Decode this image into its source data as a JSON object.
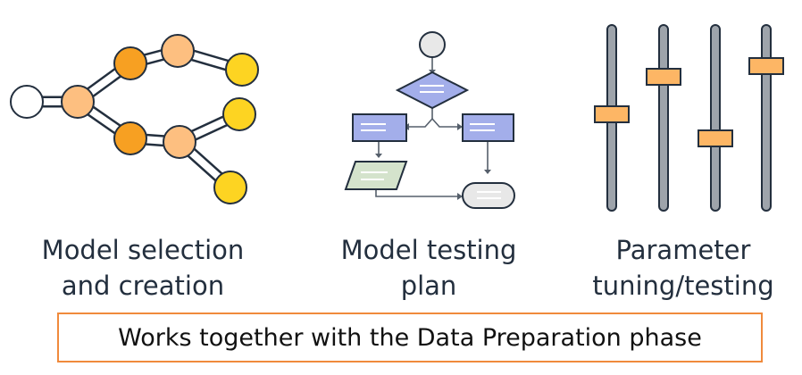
{
  "captions": {
    "model_selection": [
      "Model selection",
      "and creation"
    ],
    "testing_plan": [
      "Model testing",
      "plan"
    ],
    "parameter_tuning": [
      "Parameter",
      "tuning/testing"
    ]
  },
  "banner": {
    "text": "Works together with the Data Preparation phase"
  },
  "icons": {
    "model_graph": "node-graph-icon",
    "flowchart": "flowchart-icon",
    "sliders": "slider-controls-icon"
  },
  "colors": {
    "node_white": "#ffffff",
    "node_peach": "#fdbf80",
    "node_orange": "#f7a022",
    "node_yellow": "#fdd422",
    "process_blue": "#a3aeea",
    "data_green": "#d4e3cc",
    "slider_knob": "#fdb665",
    "banner_border": "#f08a3c"
  }
}
